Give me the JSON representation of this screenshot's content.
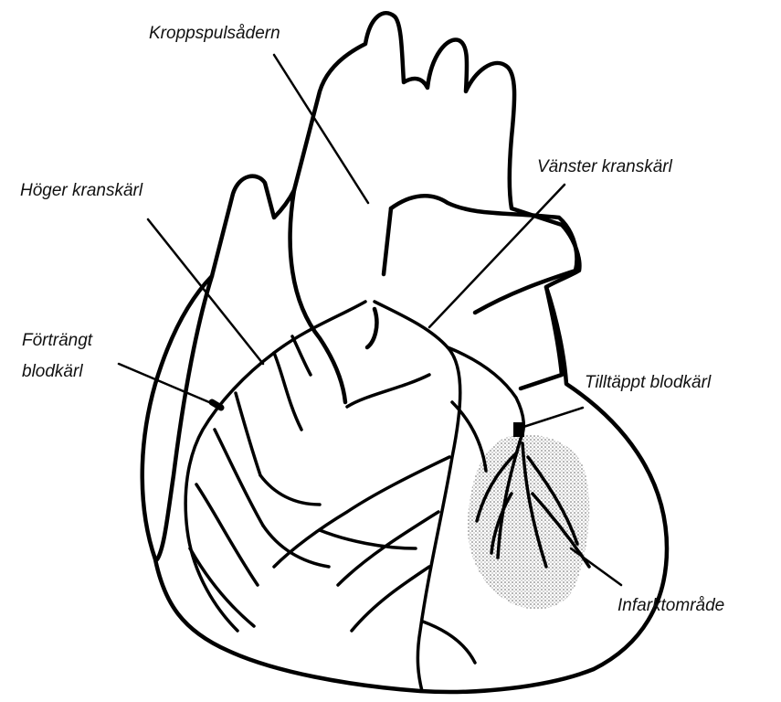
{
  "diagram": {
    "labels": {
      "aorta": "Kroppspulsådern",
      "right_coronary": "Höger kranskärl",
      "left_coronary": "Vänster kranskärl",
      "narrowed_vessel_line1": "Förträngt",
      "narrowed_vessel_line2": "blodkärl",
      "blocked_vessel": "Tilltäppt blodkärl",
      "infarct_area": "Infarktområde"
    },
    "colors": {
      "ink": "#000000",
      "background": "#ffffff",
      "infarct_stipple": "#8a8a8a"
    }
  }
}
